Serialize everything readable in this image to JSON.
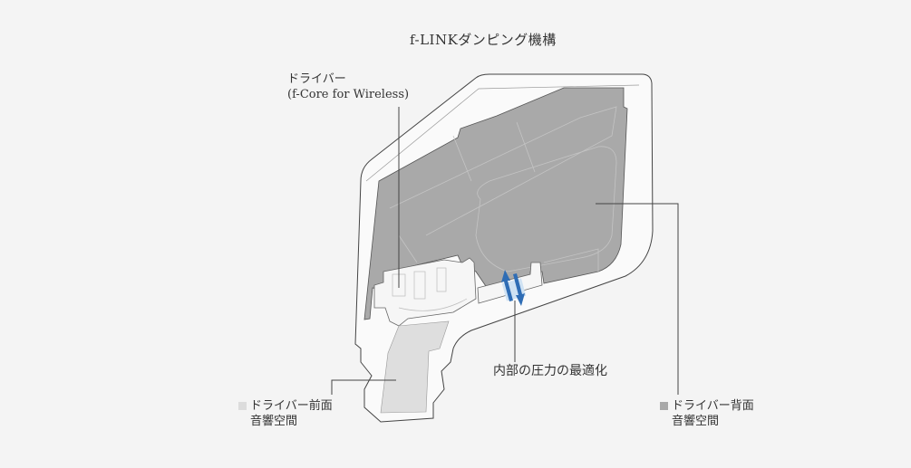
{
  "title": "f-LINKダンピング機構",
  "labels": {
    "driver_line1": "ドライバー",
    "driver_line2": "(f-Core for Wireless)",
    "pressure": "内部の圧力の最適化"
  },
  "legend": {
    "front": {
      "line1": "ドライバー前面",
      "line2": "音響空間",
      "color": "#dcdcdc"
    },
    "back": {
      "line1": "ドライバー背面",
      "line2": "音響空間",
      "color": "#a8a8a8"
    }
  },
  "colors": {
    "background": "#f4f4f4",
    "housing": "#fafafa",
    "back_space": "#a9a9a9",
    "front_space": "#dedede",
    "arrow": "#2f6db5",
    "vent": "#cfe2f3"
  }
}
